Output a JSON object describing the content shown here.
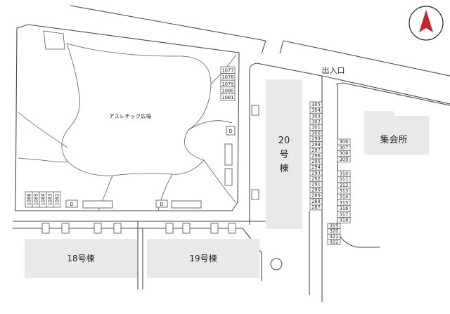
{
  "labels": {
    "playground": "アスレチック広場",
    "entrance": "出入口",
    "building_20_num": "20",
    "building_20_go": "号",
    "building_20_to": "棟",
    "building_18": "18号棟",
    "building_19": "19号棟",
    "assembly_hall": "集会所",
    "d_marker": "D"
  },
  "compass": {
    "color": "#c0282e"
  },
  "lots": {
    "top_right_of_park": [
      "1077",
      "1078",
      "1079",
      "1080",
      "1081"
    ],
    "bottom_left_of_park": [
      "1086",
      "1085",
      "1084",
      "1083",
      "1082"
    ],
    "column_left_of_road": [
      "305",
      "304",
      "303",
      "302",
      "301",
      "300",
      "299",
      "298",
      "297",
      "296",
      "295",
      "294",
      "293",
      "292",
      "291",
      "290",
      "289",
      "288",
      "287"
    ],
    "column_right_a": [
      "306",
      "307",
      "308",
      "309"
    ],
    "column_right_b": [
      "310",
      "311",
      "312",
      "313",
      "314",
      "315",
      "316",
      "317",
      "318"
    ],
    "column_bottom": [
      "319",
      "320",
      "321",
      "322"
    ]
  }
}
